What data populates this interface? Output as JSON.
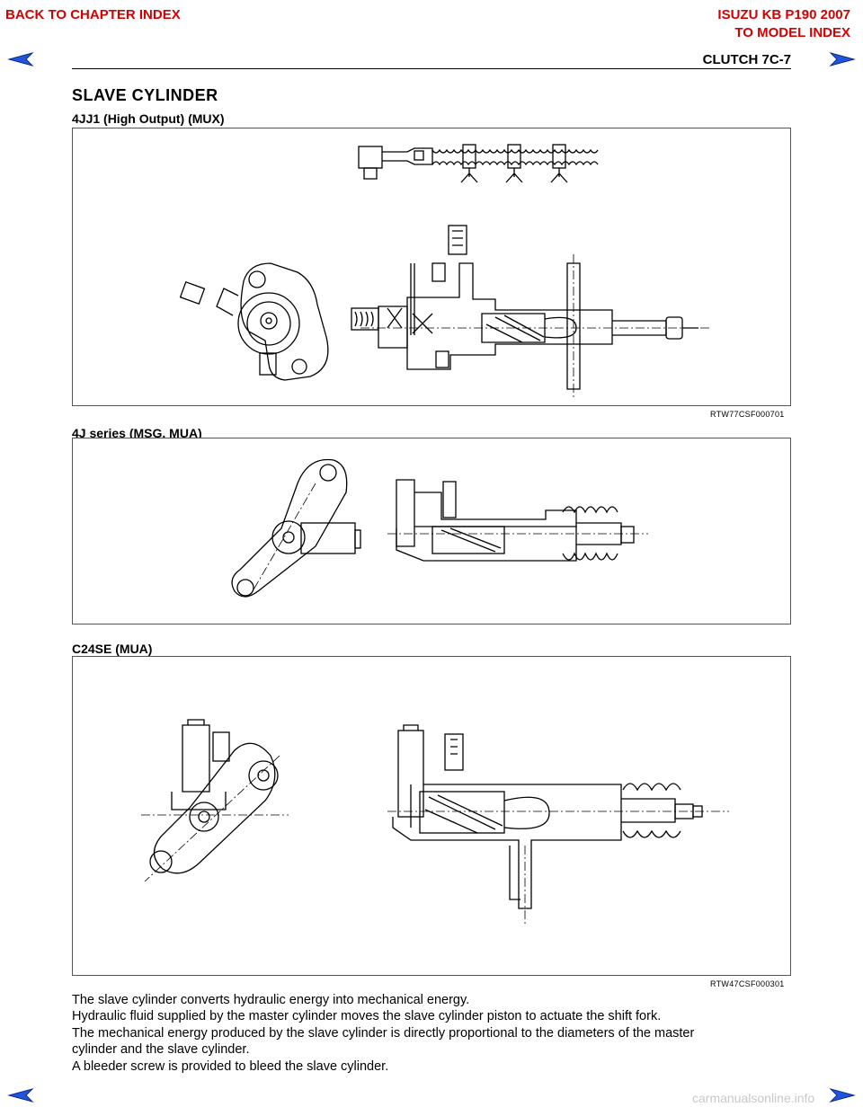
{
  "header": {
    "back_to_chapter": "BACK TO CHAPTER INDEX",
    "doc_title": "ISUZU KB P190 2007",
    "to_model": "TO MODEL INDEX",
    "page_label": "CLUTCH  7C-7"
  },
  "section": {
    "title": "SLAVE CYLINDER"
  },
  "figures": [
    {
      "label": "4JJ1 (High Output) (MUX)",
      "code": "RTW77CSF000701"
    },
    {
      "label": "4J series (MSG, MUA)",
      "code": ""
    },
    {
      "label": "C24SE (MUA)",
      "code": "RTW47CSF000301"
    }
  ],
  "body": {
    "lines": [
      "The slave cylinder converts hydraulic energy into mechanical energy.",
      "Hydraulic fluid supplied by the master cylinder moves the slave cylinder piston to actuate the shift fork.",
      "The mechanical energy produced by the slave cylinder is directly proportional to the diameters of the master",
      "cylinder and the slave cylinder.",
      "A bleeder screw is provided to bleed the slave cylinder."
    ]
  },
  "footer": {
    "watermark": "carmanualsonline.info"
  },
  "colors": {
    "link_red": "#d40000",
    "arrow_blue": "#2255dd"
  },
  "icons": {
    "nav_prev": "left-arrow-icon",
    "nav_next": "right-arrow-icon"
  }
}
